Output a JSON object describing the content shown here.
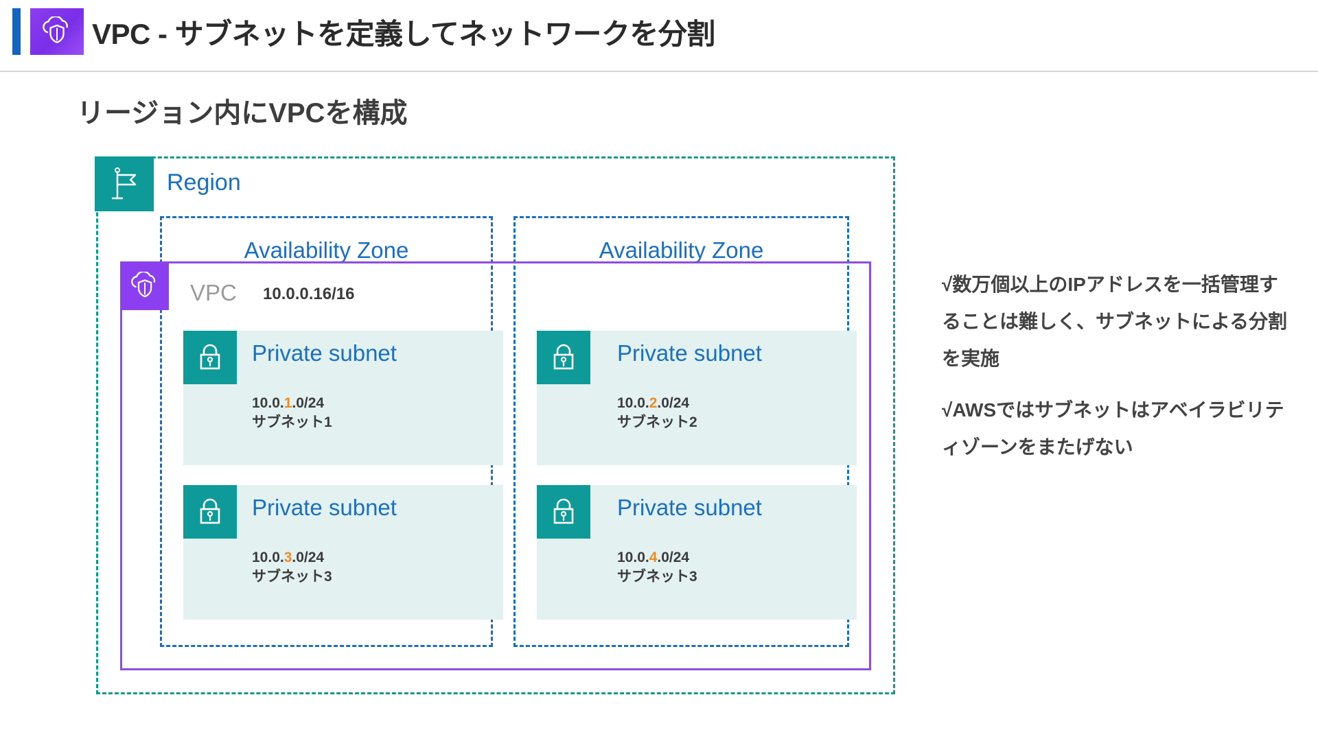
{
  "header": {
    "title": "VPC - サブネットを定義してネットワークを分割",
    "icon": "vpc-cloud-shield-icon",
    "accent_bar_color": "#1565c0",
    "icon_bg_color": "#8c3ff0"
  },
  "subtitle": "リージョン内にVPCを構成",
  "diagram": {
    "region": {
      "label": "Region",
      "icon": "flag-icon",
      "border_color": "#11998e",
      "icon_bg_color": "#0f9a9a",
      "label_color": "#1b6fc0"
    },
    "availability_zones": [
      {
        "label": "Availability Zone"
      },
      {
        "label": "Availability Zone"
      }
    ],
    "az_border_color": "#1b6fc0",
    "vpc": {
      "label": "VPC",
      "cidr": "10.0.0.16/16",
      "icon": "vpc-cloud-shield-icon",
      "border_color": "#8c4de0",
      "icon_bg_color": "#8c3ff0",
      "label_color": "#9a9a9a"
    },
    "subnets": [
      {
        "title": "Private subnet",
        "icon": "lock-icon",
        "cidr_prefix": "10.0.",
        "cidr_octet": "1",
        "cidr_suffix": ".0/24",
        "name": "サブネット1",
        "az": 0,
        "row": 0
      },
      {
        "title": "Private subnet",
        "icon": "lock-icon",
        "cidr_prefix": "10.0.",
        "cidr_octet": "2",
        "cidr_suffix": ".0/24",
        "name": "サブネット2",
        "az": 1,
        "row": 0
      },
      {
        "title": "Private subnet",
        "icon": "lock-icon",
        "cidr_prefix": "10.0.",
        "cidr_octet": "3",
        "cidr_suffix": ".0/24",
        "name": "サブネット3",
        "az": 0,
        "row": 1
      },
      {
        "title": "Private subnet",
        "icon": "lock-icon",
        "cidr_prefix": "10.0.",
        "cidr_octet": "4",
        "cidr_suffix": ".0/24",
        "name": "サブネット3",
        "az": 1,
        "row": 1
      }
    ],
    "subnet_card_bg": "#e3f2f1",
    "subnet_icon_bg": "#0f9a9a",
    "subnet_title_color": "#1b6fc0",
    "octet_highlight_color": "#f08a1e"
  },
  "notes": [
    "√数万個以上のIPアドレスを一括管理することは難しく、サブネットによる分割を実施",
    "√AWSではサブネットはアベイラビリティゾーンをまたげない"
  ]
}
